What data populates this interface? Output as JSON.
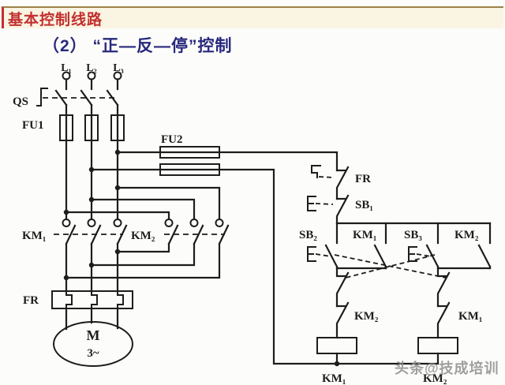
{
  "header": {
    "title": "基本控制线路",
    "subtitle": "（2） “正—反—停”控制"
  },
  "watermark": "头条@技成培训",
  "colors": {
    "titleRed": "#c22f2f",
    "subtitleBlue": "#28287e",
    "headerBg": "#faf4e2",
    "rule": "#9c8347",
    "ink": "#1d1d1d",
    "watermark": "#8f8f8f"
  },
  "circuit": {
    "phase_labels": [
      "L₁",
      "L₂",
      "L₃"
    ],
    "main": {
      "switch": "QS",
      "fuse": "FU1",
      "contactor_fwd": "KM₁",
      "contactor_rev": "KM₂",
      "thermal": "FR",
      "motor": "M",
      "motor_sub": "3~"
    },
    "control": {
      "fuse": "FU2",
      "thermal_contact": "FR",
      "stop": "SB₁",
      "fwd_btn": "SB₂",
      "fwd_seal": "KM₁",
      "rev_btn": "SB₃",
      "rev_seal": "KM₂",
      "interlock_left": "KM₂",
      "interlock_right": "KM₁",
      "coil_left": "KM₁",
      "coil_right": "KM₂"
    }
  }
}
